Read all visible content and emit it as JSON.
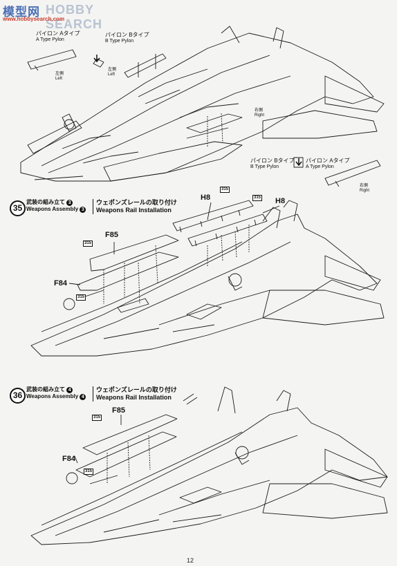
{
  "watermark": {
    "logo": "模型网",
    "search": "HOBBY SEARCH",
    "site": "www.hobbysearch.com"
  },
  "top_section": {
    "pylon_a_left": {
      "jp": "パイロン Aタイプ",
      "en": "A Type Pylon"
    },
    "pylon_b_left": {
      "jp": "パイロン Bタイプ",
      "en": "B Type Pylon"
    },
    "left_jp": "左側",
    "left_en": "Left",
    "right_jp": "右側",
    "right_en": "Right",
    "pylon_b_right": {
      "jp": "パイロン Bタイプ",
      "en": "B Type Pylon"
    },
    "pylon_a_right": {
      "jp": "パイロン Aタイプ",
      "en": "A Type Pylon"
    },
    "right2_jp": "右側",
    "right2_en": "Right"
  },
  "step35": {
    "number": "35",
    "title_jp": "武装の組み立て",
    "title_en": "Weapons Assembly",
    "circle_num": "3",
    "sub_jp": "ウェポンズレールの取り付け",
    "sub_en": "Weapons Rail Installation",
    "parts": {
      "h8_left": "H8",
      "h8_right": "H8",
      "f85": "F85",
      "f84": "F84"
    },
    "badge": "315"
  },
  "step36": {
    "number": "36",
    "title_jp": "武装の組み立て",
    "title_en": "Weapons Assembly",
    "circle_num": "4",
    "sub_jp": "ウェポンズレールの取り付け",
    "sub_en": "Weapons Rail Installation",
    "parts": {
      "f85": "F85",
      "f84": "F84"
    },
    "badge": "315"
  },
  "page_number": "12"
}
